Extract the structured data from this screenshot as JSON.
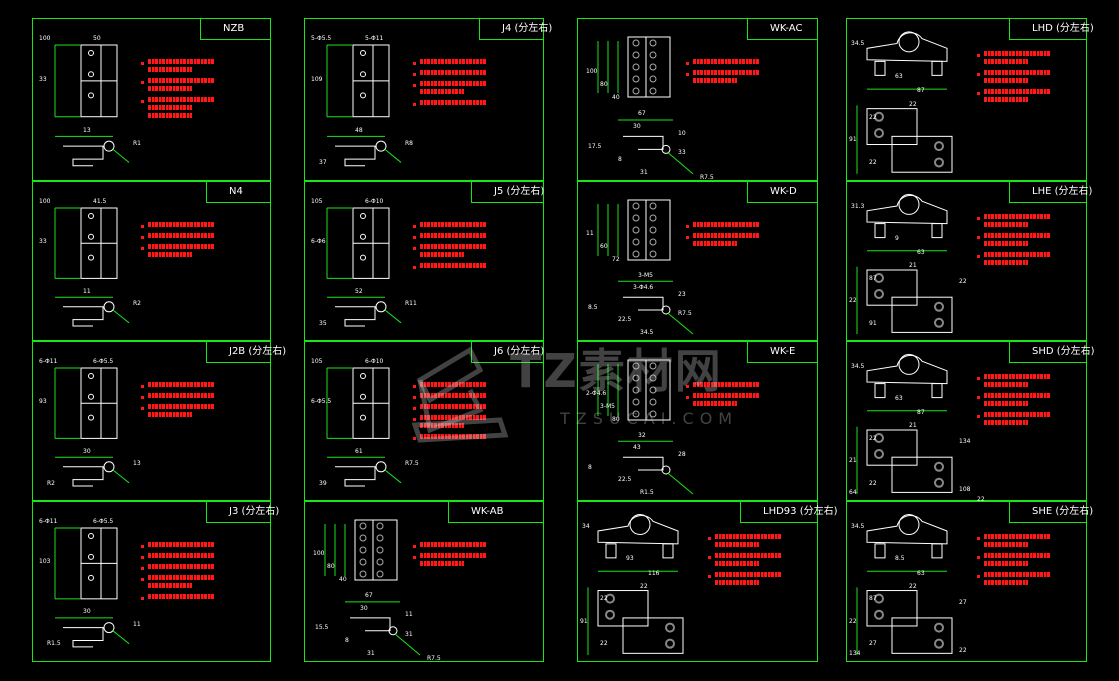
{
  "drawing": {
    "line_color": "#19e619",
    "part_color": "#ffffff",
    "note_color": "#ff1a1a",
    "panels": [
      {
        "title": "NZB",
        "dims": [
          "100",
          "50",
          "33",
          "13",
          "R1"
        ],
        "note_lines": [
          2,
          2,
          3
        ]
      },
      {
        "title": "J4 (分左右)",
        "dims": [
          "5-Φ5.5",
          "5-Φ11",
          "109",
          "48",
          "R8",
          "37"
        ],
        "note_lines": [
          1,
          1,
          2,
          1
        ]
      },
      {
        "title": "WK-AC",
        "dims": [
          "100",
          "80",
          "40",
          "67",
          "30",
          "10",
          "17.5",
          "8",
          "31",
          "33",
          "R7.5"
        ],
        "note_lines": [
          1,
          2
        ]
      },
      {
        "title": "LHD (分左右)",
        "dims": [
          "34.5",
          "63",
          "87",
          "22",
          "91",
          "22",
          "22"
        ],
        "note_lines": [
          2,
          2,
          2
        ]
      },
      {
        "title": "N4",
        "dims": [
          "100",
          "41.5",
          "33",
          "11",
          "R2"
        ],
        "note_lines": [
          1,
          1,
          2
        ]
      },
      {
        "title": "J5 (分左右)",
        "dims": [
          "105",
          "6-Φ10",
          "6-Φ6",
          "52",
          "R11",
          "35"
        ],
        "note_lines": [
          1,
          1,
          2,
          1
        ]
      },
      {
        "title": "WK-D",
        "dims": [
          "11",
          "60",
          "72",
          "3-M5",
          "3-Φ4.6",
          "23",
          "8.5",
          "22.5",
          "34.5",
          "R7.5"
        ],
        "note_lines": [
          1,
          2
        ]
      },
      {
        "title": "LHE (分左右)",
        "dims": [
          "31.3",
          "9",
          "63",
          "87",
          "22",
          "91",
          "21",
          "22"
        ],
        "note_lines": [
          2,
          2,
          2
        ]
      },
      {
        "title": "J2B (分左右)",
        "dims": [
          "6-Φ11",
          "6-Φ5.5",
          "93",
          "30",
          "13",
          "R2"
        ],
        "note_lines": [
          1,
          1,
          2
        ]
      },
      {
        "title": "J6 (分左右)",
        "dims": [
          "105",
          "6-Φ10",
          "6-Φ5.5",
          "61",
          "R7.5",
          "39"
        ],
        "note_lines": [
          1,
          1,
          1,
          2,
          1
        ]
      },
      {
        "title": "WK-E",
        "dims": [
          "2-Φ4.6",
          "3-M5",
          "80",
          "32",
          "43",
          "28",
          "8",
          "22.5",
          "R1.5"
        ],
        "note_lines": [
          1,
          2
        ]
      },
      {
        "title": "SHD (分左右)",
        "dims": [
          "34.5",
          "63",
          "87",
          "22",
          "21",
          "22",
          "21",
          "134",
          "64",
          "108",
          "22"
        ],
        "note_lines": [
          2,
          2,
          2
        ]
      },
      {
        "title": "J3 (分左右)",
        "dims": [
          "6-Φ11",
          "6-Φ5.5",
          "103",
          "30",
          "11",
          "R1.5"
        ],
        "note_lines": [
          1,
          1,
          1,
          2,
          1
        ]
      },
      {
        "title": "WK-AB",
        "dims": [
          "100",
          "80",
          "40",
          "67",
          "30",
          "11",
          "15.5",
          "8",
          "31",
          "31",
          "R7.5"
        ],
        "note_lines": [
          1,
          2
        ]
      },
      {
        "title": "LHD93 (分左右)",
        "dims": [
          "34",
          "93",
          "116",
          "22",
          "91",
          "22",
          "22"
        ],
        "note_lines": [
          2,
          2,
          2
        ]
      },
      {
        "title": "SHE (分左右)",
        "dims": [
          "34.5",
          "8.5",
          "63",
          "87",
          "22",
          "27",
          "22",
          "27",
          "134",
          "22"
        ],
        "note_lines": [
          2,
          2,
          2
        ]
      }
    ]
  },
  "watermark": {
    "main": "TZ素材网",
    "sub": "TZSUCAI.COM"
  }
}
